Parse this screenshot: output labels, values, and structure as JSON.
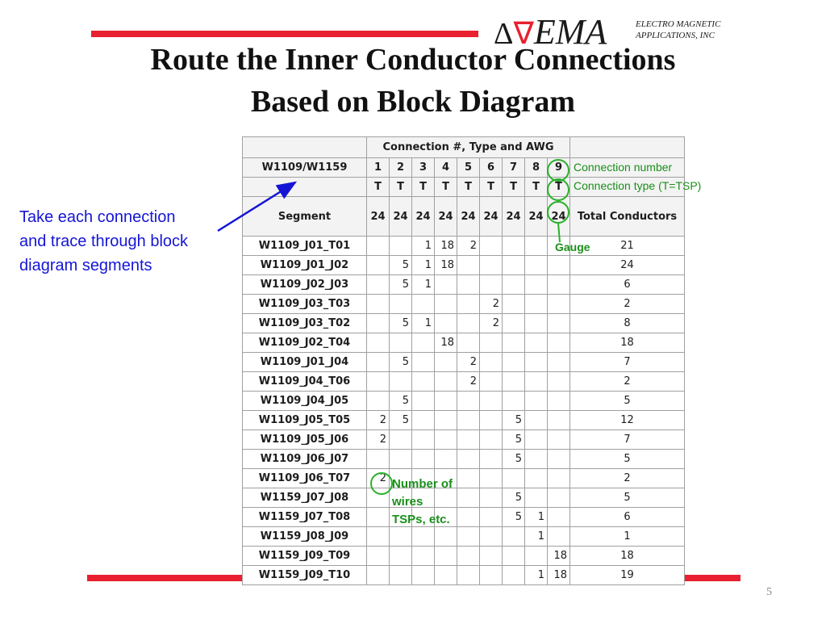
{
  "header": {
    "logo_delta": "Δ",
    "logo_nabla": "∇",
    "logo_text": "EMA",
    "company_line1": "ELECTRO MAGNETIC",
    "company_line2": "APPLICATIONS, INC",
    "title_line1": "Route the Inner Conductor Connections",
    "title_line2": "Based on Block Diagram"
  },
  "note": {
    "line1": "Take each connection",
    "line2": "and trace through block",
    "line3": "diagram segments"
  },
  "callouts": {
    "connection_number": "Connection number",
    "connection_type": "Connection type (T=TSP)",
    "gauge": "Gauge",
    "wires_line1": "Number of",
    "wires_line2": "wires",
    "wires_line3": "TSPs, etc."
  },
  "table": {
    "group_header": "Connection #, Type and AWG",
    "cable": "W1109/W1159",
    "connection_numbers": [
      "1",
      "2",
      "3",
      "4",
      "5",
      "6",
      "7",
      "8",
      "9"
    ],
    "types": [
      "T",
      "T",
      "T",
      "T",
      "T",
      "T",
      "T",
      "T",
      "T"
    ],
    "segment_label": "Segment",
    "gauges": [
      "24",
      "24",
      "24",
      "24",
      "24",
      "24",
      "24",
      "24",
      "24"
    ],
    "total_label": "Total Conductors",
    "rows": [
      {
        "segment": "W1109_J01_T01",
        "cells": [
          "",
          "",
          "1",
          "18",
          "2",
          "",
          "",
          "",
          ""
        ],
        "total": "21"
      },
      {
        "segment": "W1109_J01_J02",
        "cells": [
          "",
          "5",
          "1",
          "18",
          "",
          "",
          "",
          "",
          ""
        ],
        "total": "24"
      },
      {
        "segment": "W1109_J02_J03",
        "cells": [
          "",
          "5",
          "1",
          "",
          "",
          "",
          "",
          "",
          ""
        ],
        "total": "6"
      },
      {
        "segment": "W1109_J03_T03",
        "cells": [
          "",
          "",
          "",
          "",
          "",
          "2",
          "",
          "",
          ""
        ],
        "total": "2"
      },
      {
        "segment": "W1109_J03_T02",
        "cells": [
          "",
          "5",
          "1",
          "",
          "",
          "2",
          "",
          "",
          ""
        ],
        "total": "8"
      },
      {
        "segment": "W1109_J02_T04",
        "cells": [
          "",
          "",
          "",
          "18",
          "",
          "",
          "",
          "",
          ""
        ],
        "total": "18"
      },
      {
        "segment": "W1109_J01_J04",
        "cells": [
          "",
          "5",
          "",
          "",
          "2",
          "",
          "",
          "",
          ""
        ],
        "total": "7"
      },
      {
        "segment": "W1109_J04_T06",
        "cells": [
          "",
          "",
          "",
          "",
          "2",
          "",
          "",
          "",
          ""
        ],
        "total": "2"
      },
      {
        "segment": "W1109_J04_J05",
        "cells": [
          "",
          "5",
          "",
          "",
          "",
          "",
          "",
          "",
          ""
        ],
        "total": "5"
      },
      {
        "segment": "W1109_J05_T05",
        "cells": [
          "2",
          "5",
          "",
          "",
          "",
          "",
          "5",
          "",
          ""
        ],
        "total": "12"
      },
      {
        "segment": "W1109_J05_J06",
        "cells": [
          "2",
          "",
          "",
          "",
          "",
          "",
          "5",
          "",
          ""
        ],
        "total": "7"
      },
      {
        "segment": "W1109_J06_J07",
        "cells": [
          "",
          "",
          "",
          "",
          "",
          "",
          "5",
          "",
          ""
        ],
        "total": "5"
      },
      {
        "segment": "W1109_J06_T07",
        "cells": [
          "2",
          "",
          "",
          "",
          "",
          "",
          "",
          "",
          ""
        ],
        "total": "2"
      },
      {
        "segment": "W1159_J07_J08",
        "cells": [
          "",
          "",
          "",
          "",
          "",
          "",
          "5",
          "",
          ""
        ],
        "total": "5"
      },
      {
        "segment": "W1159_J07_T08",
        "cells": [
          "",
          "",
          "",
          "",
          "",
          "",
          "5",
          "1",
          ""
        ],
        "total": "6"
      },
      {
        "segment": "W1159_J08_J09",
        "cells": [
          "",
          "",
          "",
          "",
          "",
          "",
          "",
          "1",
          ""
        ],
        "total": "1"
      },
      {
        "segment": "W1159_J09_T09",
        "cells": [
          "",
          "",
          "",
          "",
          "",
          "",
          "",
          "",
          "18"
        ],
        "total": "18"
      },
      {
        "segment": "W1159_J09_T10",
        "cells": [
          "",
          "",
          "",
          "",
          "",
          "",
          "",
          "1",
          "18"
        ],
        "total": "19"
      }
    ]
  },
  "page_number": "5",
  "colors": {
    "accent_red": "#e8202f",
    "note_blue": "#1515d6",
    "callout_green": "#1a8f1a"
  }
}
